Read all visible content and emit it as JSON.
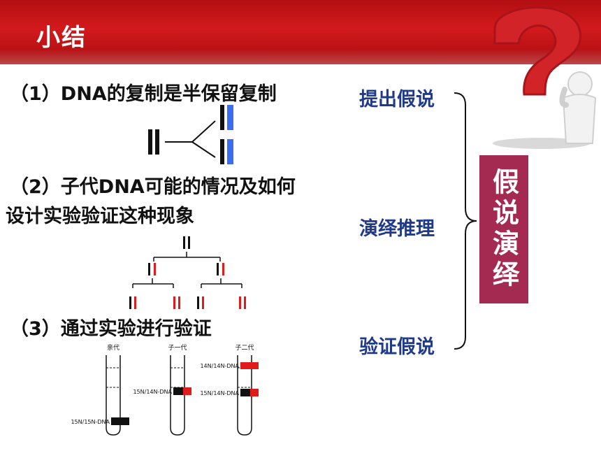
{
  "header": {
    "title": "小结"
  },
  "content": {
    "point1": "（1）DNA的复制是半保留复制",
    "point2_line1": "（2）子代DNA可能的情况及如何",
    "point2_line2": "设计实验验证这种现象",
    "point3": "（3）通过实验进行验证"
  },
  "steps": {
    "step1": "提出假说",
    "step2": "演绎推理",
    "step3": "验证假说",
    "method": "假说演绎"
  },
  "tubes": {
    "tube1": {
      "label": "亲代",
      "band": "15N/15N-DNA"
    },
    "tube2": {
      "label": "子一代",
      "band": "15N/14N-DNA"
    },
    "tube3": {
      "label": "子二代",
      "band_top": "14N/14N-DNA",
      "band_mid": "15N/14N-DNA"
    }
  },
  "colors": {
    "header_red": "#c4151a",
    "step_blue": "#1f3a8a",
    "method_bg": "#a52a52",
    "new_strand_blue": "#3a6df0",
    "new_strand_red": "#e01b1b"
  },
  "icons": {
    "decoration": "question-mark-figure-icon"
  }
}
